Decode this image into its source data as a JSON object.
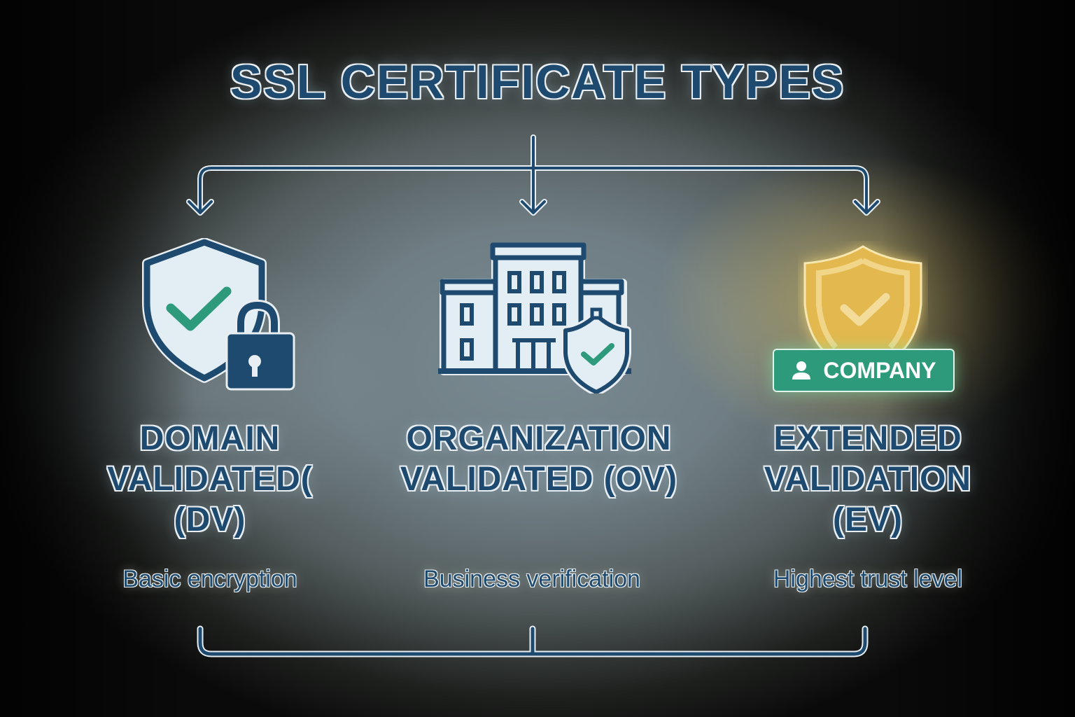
{
  "title": "SSL CERTIFICATE TYPES",
  "colors": {
    "primary_navy": "#1d4a6e",
    "outline_white": "#e8eef2",
    "check_green": "#2e9a7c",
    "ev_gold": "#e3b84e",
    "icon_fill": "#e3edf4"
  },
  "columns": [
    {
      "id": "dv",
      "title_lines": [
        "DOMAIN",
        "VALIDATED(",
        "(DV)"
      ],
      "subtitle": "Basic encryption",
      "icon": "shield-check-with-padlock-icon"
    },
    {
      "id": "ov",
      "title_lines": [
        "ORGANIZATION",
        "VALIDATED (OV)"
      ],
      "subtitle": "Business verification",
      "icon": "building-with-shield-icon"
    },
    {
      "id": "ev",
      "title_lines": [
        "EXTENDED",
        "VALIDATION",
        "(EV)"
      ],
      "subtitle": "Highest trust level",
      "icon": "gold-shield-check-icon",
      "badge": {
        "label": "COMPANY",
        "icon": "user-icon"
      }
    }
  ]
}
